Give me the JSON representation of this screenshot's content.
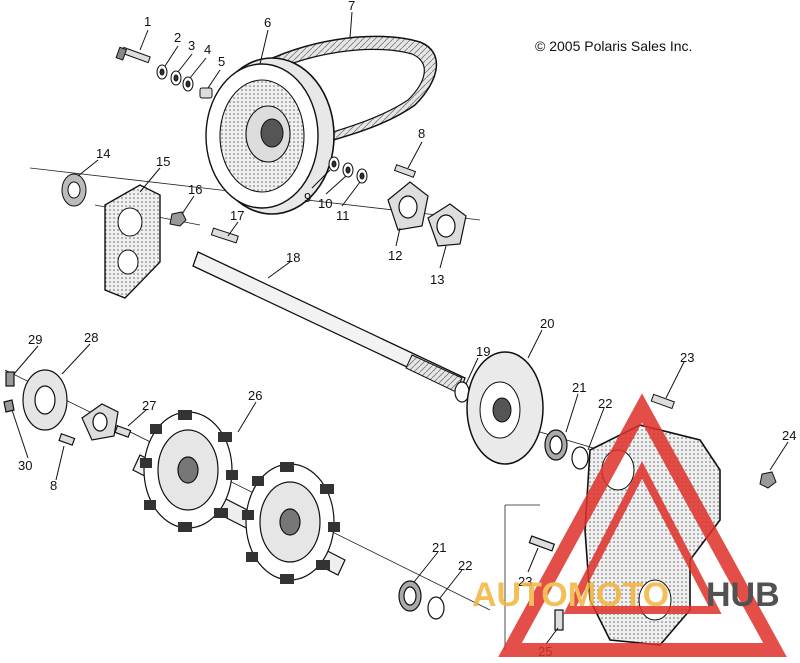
{
  "copyright": "© 2005 Polaris Sales Inc.",
  "watermark": {
    "word_left": "AUTOMOTO",
    "word_right": "HUB",
    "color_red": "#e0302a",
    "color_gold": "#f2b43c"
  },
  "callouts": [
    "1",
    "2",
    "3",
    "4",
    "5",
    "6",
    "7",
    "8",
    "9",
    "10",
    "11",
    "12",
    "13",
    "14",
    "15",
    "16",
    "17",
    "18",
    "19",
    "20",
    "21",
    "22",
    "23",
    "24",
    "26",
    "27",
    "28",
    "29",
    "30",
    "8",
    "21",
    "22",
    "23",
    "25"
  ],
  "colors": {
    "line": "#111111",
    "fill_light": "#d9d9d9",
    "fill_mid": "#9a9a9a",
    "fill_dark": "#444444"
  }
}
